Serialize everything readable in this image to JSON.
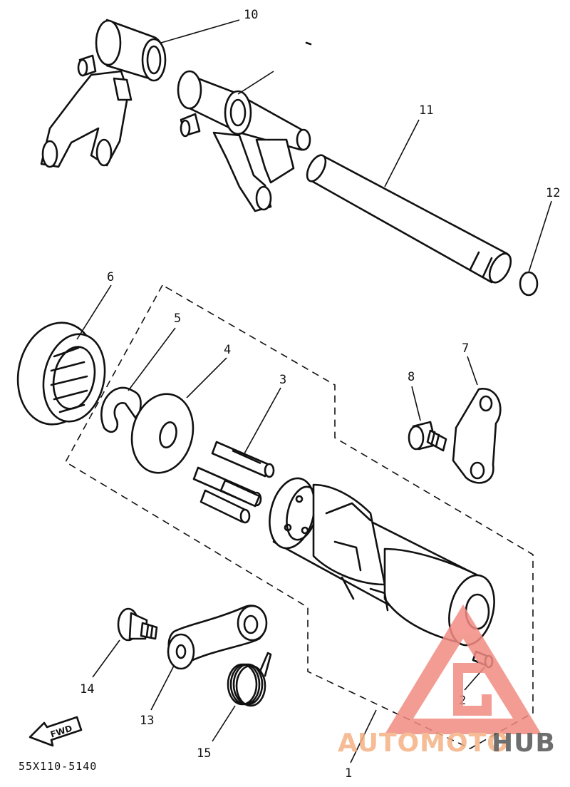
{
  "labels": {
    "p1": "1",
    "p2": "2",
    "p3": "3",
    "p4": "4",
    "p5": "5",
    "p6": "6",
    "p7": "7",
    "p8": "8",
    "p10": "10",
    "p11": "11",
    "p12": "12",
    "p13": "13",
    "p14": "14",
    "p15": "15"
  },
  "fwd_label": "FWD",
  "code": "55X110-5140",
  "watermark": {
    "auto": "AUTOMOTO",
    "hub": "HUB",
    "color": "#f28b82",
    "color_dark": "#555555"
  }
}
